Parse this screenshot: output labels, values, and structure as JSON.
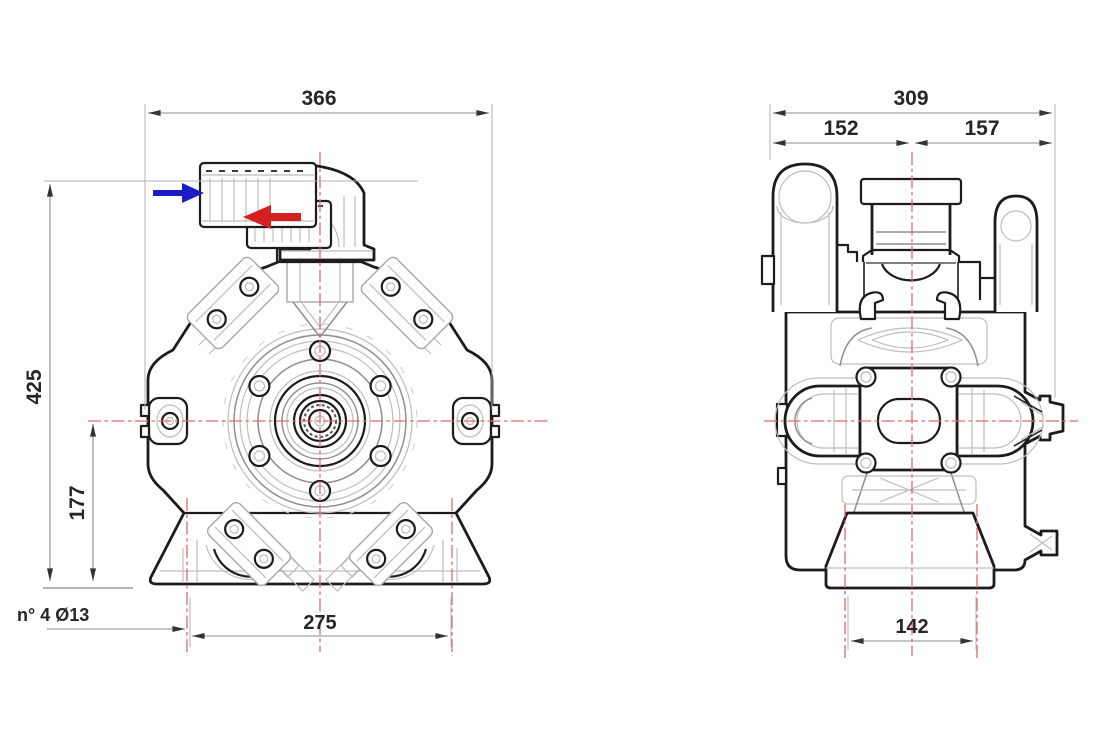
{
  "drawing": {
    "type": "technical-dimension-drawing",
    "subject": "twin-diaphragm pump, front and side orthographic views",
    "views": {
      "front": {
        "dimensions": {
          "overall_width": "366",
          "overall_height": "425",
          "shaft_center_height": "177",
          "foot_hole_spacing": "275",
          "mounting_holes_note": "n° 4 Ø13"
        },
        "flow_arrows": [
          {
            "name": "suction-inlet-arrow",
            "direction": "right",
            "color": "#1d1dc8"
          },
          {
            "name": "delivery-outlet-arrow",
            "direction": "left",
            "color": "#d42020"
          }
        ]
      },
      "side": {
        "dimensions": {
          "overall_width": "309",
          "left_of_center": "152",
          "right_of_center": "157",
          "base_width": "142"
        }
      }
    },
    "colors": {
      "background": "#ffffff",
      "outline": "#1c1c1c",
      "detail_light": "#bdbdbd",
      "detail_medium": "#8f8f8f",
      "centerline_red": "#e06b6b",
      "dimension_line": "#8c8c8c",
      "dimension_text": "#262626",
      "suction_arrow_blue": "#1d1dc8",
      "delivery_arrow_red": "#d42020"
    }
  }
}
